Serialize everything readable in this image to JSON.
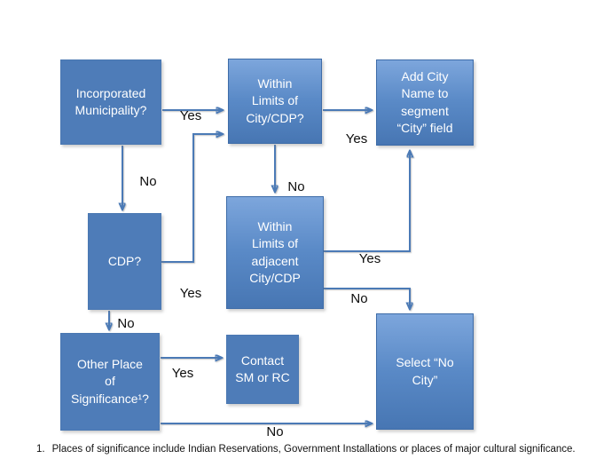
{
  "nodes": {
    "n1": {
      "label": "Incorporated\nMunicipality?"
    },
    "n2": {
      "label": "Within\nLimits of\nCity/CDP?"
    },
    "n3": {
      "label": "Add City\nName to\nsegment\n“City” field"
    },
    "n4": {
      "label": "CDP?"
    },
    "n5": {
      "label": "Within\nLimits of\nadjacent\nCity/CDP"
    },
    "n6": {
      "label": "Other Place\nof\nSignificance¹?"
    },
    "n7": {
      "label": "Contact\nSM or RC"
    },
    "n8": {
      "label": "Select “No\nCity”"
    }
  },
  "edge_labels": {
    "incorporated_to_within_city": "Yes",
    "incorporated_to_cdp": "No",
    "cdp_to_within_city": "Yes",
    "within_city_to_adjacent": "No",
    "within_city_to_add_city": "Yes",
    "adjacent_to_add_city": "Yes",
    "adjacent_to_no_city": "No",
    "cdp_to_other_place": "No",
    "other_place_to_contact": "Yes",
    "other_place_to_no_city": "No"
  },
  "footnote": {
    "marker": "1.",
    "text": "Places of significance include Indian Reservations, Government Installations or places of major cultural significance."
  },
  "colors": {
    "node_solid_fill": "#4e7cb8",
    "node_gradient_top": "#7da6dc",
    "node_gradient_bottom": "#4776b3",
    "node_border": "#3e6ca8",
    "node_text": "#ffffff",
    "connector": "#4b7ab6",
    "edge_label_text": "#0d0d0d",
    "background": "#ffffff"
  }
}
